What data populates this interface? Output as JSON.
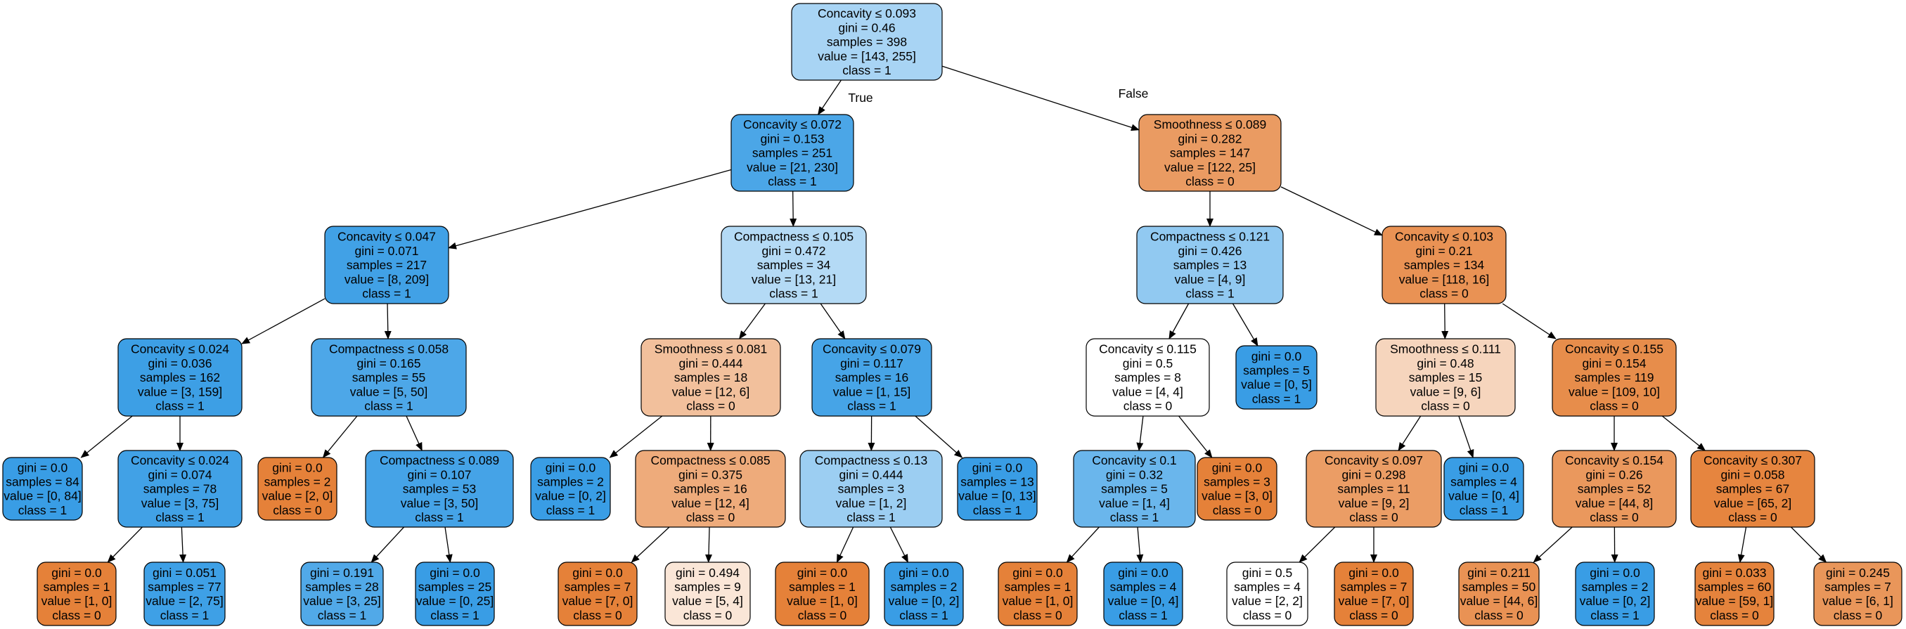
{
  "colors": {
    "class0_strong": "#e58139",
    "class1_strong": "#399de5",
    "neutral": "#ffffff"
  },
  "edge_labels": {
    "true_label": "True",
    "false_label": "False"
  },
  "nodes": [
    {
      "id": "n0",
      "lines": [
        "Concavity ≤ 0.093",
        "gini = 0.46",
        "samples = 398",
        "value = [143, 255]",
        "class = 1"
      ],
      "fill": "#a8d4f4"
    },
    {
      "id": "n1",
      "lines": [
        "Concavity ≤ 0.072",
        "gini = 0.153",
        "samples = 251",
        "value = [21, 230]",
        "class = 1"
      ],
      "fill": "#4ba6e7"
    },
    {
      "id": "n2",
      "lines": [
        "Smoothness ≤ 0.089",
        "gini = 0.282",
        "samples = 147",
        "value = [122, 25]",
        "class = 0"
      ],
      "fill": "#ea9b62"
    },
    {
      "id": "n3",
      "lines": [
        "Concavity ≤ 0.047",
        "gini = 0.071",
        "samples = 217",
        "value = [8, 209]",
        "class = 1"
      ],
      "fill": "#41a1e6"
    },
    {
      "id": "n4",
      "lines": [
        "Compactness ≤ 0.105",
        "gini = 0.472",
        "samples = 34",
        "value = [13, 21]",
        "class = 1"
      ],
      "fill": "#b4daf5"
    },
    {
      "id": "n5",
      "lines": [
        "Compactness ≤ 0.121",
        "gini = 0.426",
        "samples = 13",
        "value = [4, 9]",
        "class = 1"
      ],
      "fill": "#91c9f1"
    },
    {
      "id": "n6",
      "lines": [
        "Concavity ≤ 0.103",
        "gini = 0.21",
        "samples = 134",
        "value = [118, 16]",
        "class = 0"
      ],
      "fill": "#e99254"
    },
    {
      "id": "n7",
      "lines": [
        "Concavity ≤ 0.024",
        "gini = 0.036",
        "samples = 162",
        "value = [3, 159]",
        "class = 1"
      ],
      "fill": "#3d9fe5"
    },
    {
      "id": "n8",
      "lines": [
        "Compactness ≤ 0.058",
        "gini = 0.165",
        "samples = 55",
        "value = [5, 50]",
        "class = 1"
      ],
      "fill": "#4da7e8"
    },
    {
      "id": "n9",
      "lines": [
        "Smoothness ≤ 0.081",
        "gini = 0.444",
        "samples = 18",
        "value = [12, 6]",
        "class = 0"
      ],
      "fill": "#f2c09c"
    },
    {
      "id": "n10",
      "lines": [
        "Concavity ≤ 0.079",
        "gini = 0.117",
        "samples = 16",
        "value = [1, 15]",
        "class = 1"
      ],
      "fill": "#46a4e7"
    },
    {
      "id": "n11",
      "lines": [
        "Concavity ≤ 0.115",
        "gini = 0.5",
        "samples = 8",
        "value = [4, 4]",
        "class = 0"
      ],
      "fill": "#ffffff"
    },
    {
      "id": "n12",
      "lines": [
        "gini = 0.0",
        "samples = 5",
        "value = [0, 5]",
        "class = 1"
      ],
      "fill": "#399de5"
    },
    {
      "id": "n13",
      "lines": [
        "Smoothness ≤ 0.111",
        "gini = 0.48",
        "samples = 15",
        "value = [9, 6]",
        "class = 0"
      ],
      "fill": "#f6d5bd"
    },
    {
      "id": "n14",
      "lines": [
        "Concavity ≤ 0.155",
        "gini = 0.154",
        "samples = 119",
        "value = [109, 10]",
        "class = 0"
      ],
      "fill": "#e78d4b"
    },
    {
      "id": "n15",
      "lines": [
        "gini = 0.0",
        "samples = 84",
        "value = [0, 84]",
        "class = 1"
      ],
      "fill": "#399de5"
    },
    {
      "id": "n16",
      "lines": [
        "Concavity ≤ 0.024",
        "gini = 0.074",
        "samples = 78",
        "value = [3, 75]",
        "class = 1"
      ],
      "fill": "#41a1e6"
    },
    {
      "id": "n17",
      "lines": [
        "gini = 0.0",
        "samples = 2",
        "value = [2, 0]",
        "class = 0"
      ],
      "fill": "#e58139"
    },
    {
      "id": "n18",
      "lines": [
        "Compactness ≤ 0.089",
        "gini = 0.107",
        "samples = 53",
        "value = [3, 50]",
        "class = 1"
      ],
      "fill": "#45a3e7"
    },
    {
      "id": "n19",
      "lines": [
        "gini = 0.0",
        "samples = 2",
        "value = [0, 2]",
        "class = 1"
      ],
      "fill": "#399de5"
    },
    {
      "id": "n20",
      "lines": [
        "Compactness ≤ 0.085",
        "gini = 0.375",
        "samples = 16",
        "value = [12, 4]",
        "class = 0"
      ],
      "fill": "#eeab7b"
    },
    {
      "id": "n21",
      "lines": [
        "Compactness ≤ 0.13",
        "gini = 0.444",
        "samples = 3",
        "value = [1, 2]",
        "class = 1"
      ],
      "fill": "#9ccef2"
    },
    {
      "id": "n22",
      "lines": [
        "gini = 0.0",
        "samples = 13",
        "value = [0, 13]",
        "class = 1"
      ],
      "fill": "#399de5"
    },
    {
      "id": "n23",
      "lines": [
        "Concavity ≤ 0.1",
        "gini = 0.32",
        "samples = 5",
        "value = [1, 4]",
        "class = 1"
      ],
      "fill": "#6ab6ec"
    },
    {
      "id": "n24",
      "lines": [
        "gini = 0.0",
        "samples = 3",
        "value = [3, 0]",
        "class = 0"
      ],
      "fill": "#e58139"
    },
    {
      "id": "n25",
      "lines": [
        "Concavity ≤ 0.097",
        "gini = 0.298",
        "samples = 11",
        "value = [9, 2]",
        "class = 0"
      ],
      "fill": "#eb9d65"
    },
    {
      "id": "n26",
      "lines": [
        "gini = 0.0",
        "samples = 4",
        "value = [0, 4]",
        "class = 1"
      ],
      "fill": "#399de5"
    },
    {
      "id": "n27",
      "lines": [
        "Concavity ≤ 0.154",
        "gini = 0.26",
        "samples = 52",
        "value = [44, 8]",
        "class = 0"
      ],
      "fill": "#ea985d"
    },
    {
      "id": "n28",
      "lines": [
        "Concavity ≤ 0.307",
        "gini = 0.058",
        "samples = 67",
        "value = [65, 2]",
        "class = 0"
      ],
      "fill": "#e6853f"
    },
    {
      "id": "n29",
      "lines": [
        "gini = 0.0",
        "samples = 1",
        "value = [1, 0]",
        "class = 0"
      ],
      "fill": "#e58139"
    },
    {
      "id": "n30",
      "lines": [
        "gini = 0.051",
        "samples = 77",
        "value = [2, 75]",
        "class = 1"
      ],
      "fill": "#3ea0e6"
    },
    {
      "id": "n31",
      "lines": [
        "gini = 0.191",
        "samples = 28",
        "value = [3, 25]",
        "class = 1"
      ],
      "fill": "#51a9e8"
    },
    {
      "id": "n32",
      "lines": [
        "gini = 0.0",
        "samples = 25",
        "value = [0, 25]",
        "class = 1"
      ],
      "fill": "#399de5"
    },
    {
      "id": "n33",
      "lines": [
        "gini = 0.0",
        "samples = 7",
        "value = [7, 0]",
        "class = 0"
      ],
      "fill": "#e58139"
    },
    {
      "id": "n34",
      "lines": [
        "gini = 0.494",
        "samples = 9",
        "value = [5, 4]",
        "class = 0"
      ],
      "fill": "#fae6d7"
    },
    {
      "id": "n35",
      "lines": [
        "gini = 0.0",
        "samples = 1",
        "value = [1, 0]",
        "class = 0"
      ],
      "fill": "#e58139"
    },
    {
      "id": "n36",
      "lines": [
        "gini = 0.0",
        "samples = 2",
        "value = [0, 2]",
        "class = 1"
      ],
      "fill": "#399de5"
    },
    {
      "id": "n37",
      "lines": [
        "gini = 0.0",
        "samples = 1",
        "value = [1, 0]",
        "class = 0"
      ],
      "fill": "#e58139"
    },
    {
      "id": "n38",
      "lines": [
        "gini = 0.0",
        "samples = 4",
        "value = [0, 4]",
        "class = 1"
      ],
      "fill": "#399de5"
    },
    {
      "id": "n39",
      "lines": [
        "gini = 0.5",
        "samples = 4",
        "value = [2, 2]",
        "class = 0"
      ],
      "fill": "#ffffff"
    },
    {
      "id": "n40",
      "lines": [
        "gini = 0.0",
        "samples = 7",
        "value = [7, 0]",
        "class = 0"
      ],
      "fill": "#e58139"
    },
    {
      "id": "n41",
      "lines": [
        "gini = 0.211",
        "samples = 50",
        "value = [44, 6]",
        "class = 0"
      ],
      "fill": "#e99254"
    },
    {
      "id": "n42",
      "lines": [
        "gini = 0.0",
        "samples = 2",
        "value = [0, 2]",
        "class = 1"
      ],
      "fill": "#399de5"
    },
    {
      "id": "n43",
      "lines": [
        "gini = 0.033",
        "samples = 60",
        "value = [59, 1]",
        "class = 0"
      ],
      "fill": "#e5833c"
    },
    {
      "id": "n44",
      "lines": [
        "gini = 0.245",
        "samples = 7",
        "value = [6, 1]",
        "class = 0"
      ],
      "fill": "#e9965a"
    }
  ],
  "edges": [
    [
      "n0",
      "n1"
    ],
    [
      "n0",
      "n2"
    ],
    [
      "n1",
      "n3"
    ],
    [
      "n1",
      "n4"
    ],
    [
      "n2",
      "n5"
    ],
    [
      "n2",
      "n6"
    ],
    [
      "n3",
      "n7"
    ],
    [
      "n3",
      "n8"
    ],
    [
      "n4",
      "n9"
    ],
    [
      "n4",
      "n10"
    ],
    [
      "n5",
      "n11"
    ],
    [
      "n5",
      "n12"
    ],
    [
      "n6",
      "n13"
    ],
    [
      "n6",
      "n14"
    ],
    [
      "n7",
      "n15"
    ],
    [
      "n7",
      "n16"
    ],
    [
      "n8",
      "n17"
    ],
    [
      "n8",
      "n18"
    ],
    [
      "n9",
      "n19"
    ],
    [
      "n9",
      "n20"
    ],
    [
      "n10",
      "n21"
    ],
    [
      "n10",
      "n22"
    ],
    [
      "n11",
      "n23"
    ],
    [
      "n11",
      "n24"
    ],
    [
      "n13",
      "n25"
    ],
    [
      "n13",
      "n26"
    ],
    [
      "n14",
      "n27"
    ],
    [
      "n14",
      "n28"
    ],
    [
      "n16",
      "n29"
    ],
    [
      "n16",
      "n30"
    ],
    [
      "n18",
      "n31"
    ],
    [
      "n18",
      "n32"
    ],
    [
      "n20",
      "n33"
    ],
    [
      "n20",
      "n34"
    ],
    [
      "n21",
      "n35"
    ],
    [
      "n21",
      "n36"
    ],
    [
      "n23",
      "n37"
    ],
    [
      "n23",
      "n38"
    ],
    [
      "n25",
      "n39"
    ],
    [
      "n25",
      "n40"
    ],
    [
      "n27",
      "n41"
    ],
    [
      "n27",
      "n42"
    ],
    [
      "n28",
      "n43"
    ],
    [
      "n28",
      "n44"
    ]
  ]
}
